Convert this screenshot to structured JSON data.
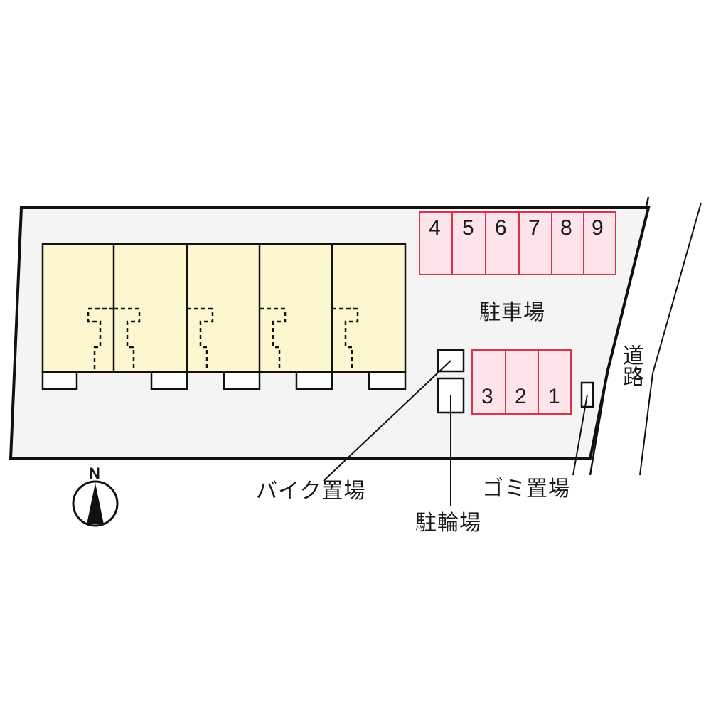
{
  "map": {
    "type": "site-layout",
    "colors": {
      "lot_fill": "#f4f4f4",
      "building_fill": "#fdf7cf",
      "parking_fill": "#fde3ea",
      "parking_stroke": "#d6344d",
      "line": "#111111",
      "door_fill": "#ffffff"
    },
    "buildings": {
      "unit_count": 5
    },
    "parking": {
      "label": "駐車場",
      "top_row": [
        "4",
        "5",
        "6",
        "7",
        "8",
        "9"
      ],
      "bottom_row": [
        "3",
        "2",
        "1"
      ]
    },
    "facilities": {
      "bike_parking": "バイク置場",
      "bicycle_parking": "駐輪場",
      "garbage": "ゴミ置場"
    },
    "road": {
      "label": "道路"
    },
    "compass": {
      "label": "N",
      "icon": "north-arrow-icon"
    }
  }
}
